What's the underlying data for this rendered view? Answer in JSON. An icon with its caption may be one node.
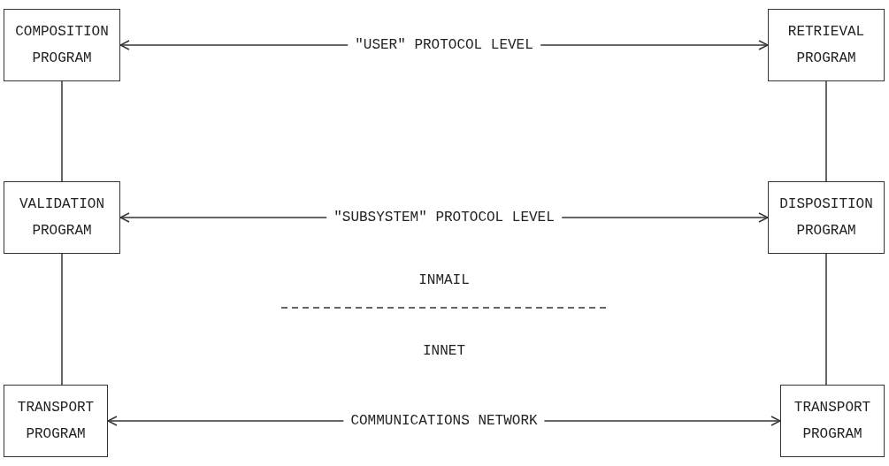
{
  "diagram": {
    "nodes": [
      {
        "text": [
          "COMPOSITION PROGRAM"
        ]
      },
      {
        "text": [
          "RETRIEVAL PROGRAM"
        ]
      },
      {
        "text": [
          "VALIDATION PROGRAM"
        ]
      },
      {
        "text": [
          "DISPOSITION PROGRAM"
        ]
      },
      {
        "text": [
          "TRANSPORT PROGRAM"
        ]
      },
      {
        "text": [
          "TRANSPORT PROGRAM"
        ]
      }
    ],
    "edges": [
      {
        "from": 0,
        "to": 1,
        "arrow": "both",
        "label": "\"USER\" PROTOCOL LEVEL"
      },
      {
        "from": 0,
        "to": 2,
        "arrow": "none"
      },
      {
        "from": 1,
        "to": 3,
        "arrow": "none"
      },
      {
        "from": 2,
        "to": 3,
        "arrow": "both",
        "label": "\"SUBSYSTEM\" PROTOCOL LEVEL"
      },
      {
        "from": 2,
        "to": 4,
        "arrow": "none"
      },
      {
        "from": 3,
        "to": 5,
        "arrow": "none"
      },
      {
        "from": 4,
        "to": 5,
        "arrow": "both",
        "label": "COMMUNICATIONS NETWORK"
      }
    ],
    "labels": [
      "INMAIL",
      "INNET"
    ]
  }
}
